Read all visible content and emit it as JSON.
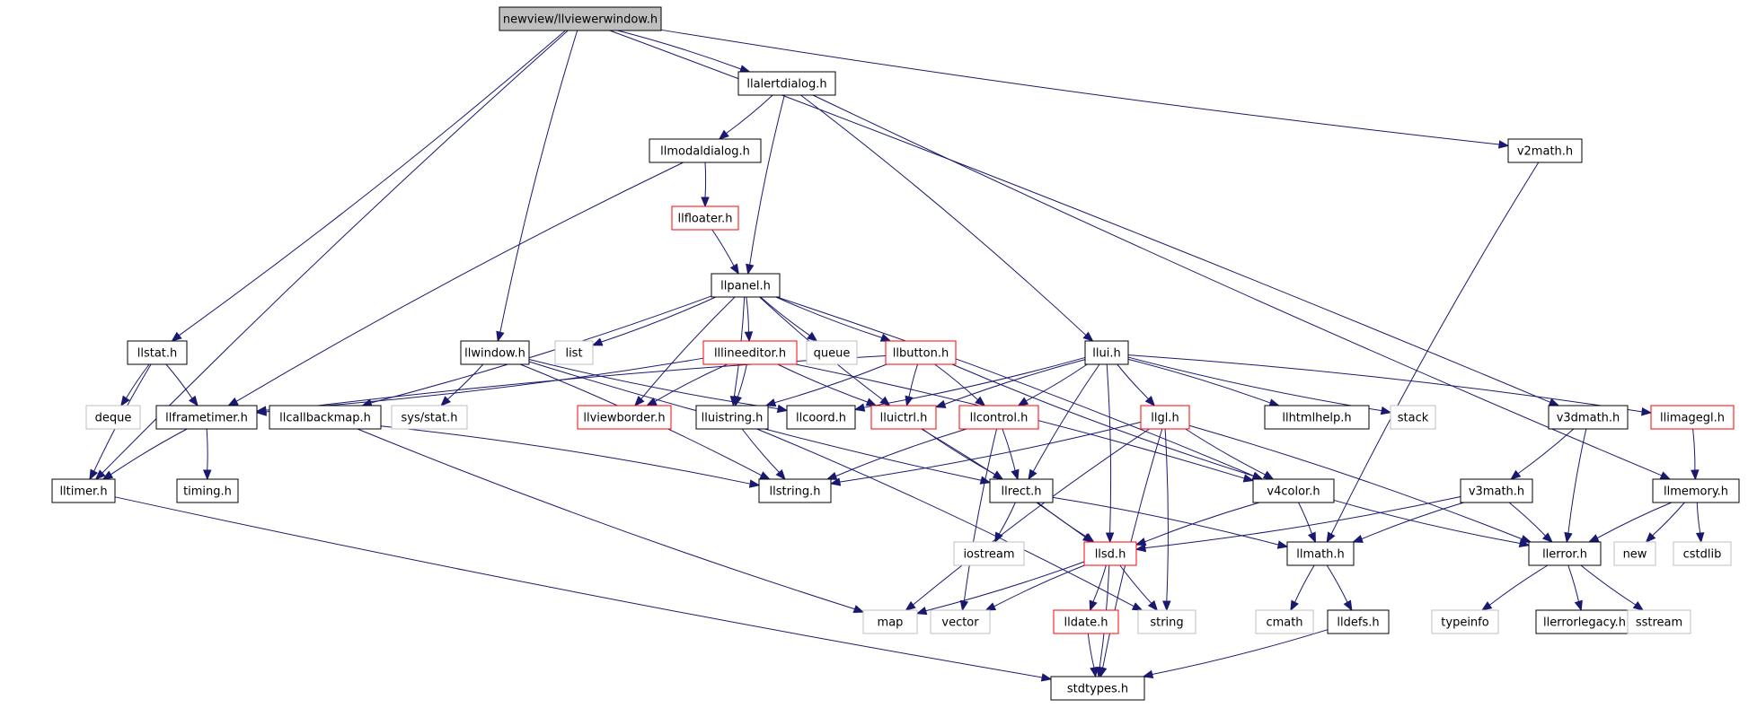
{
  "colors": {
    "edge": "#191970",
    "node_border_normal": "#000000",
    "node_border_truncated": "#ff0000",
    "node_border_external": "#bfbfbf",
    "root_fill": "#bfbfbf"
  },
  "nodes": [
    {
      "id": "root",
      "label": "newview/llviewerwindow.h",
      "kind": "root"
    },
    {
      "id": "llalertdialog",
      "label": "llalertdialog.h",
      "kind": "normal"
    },
    {
      "id": "llmodaldialog",
      "label": "llmodaldialog.h",
      "kind": "normal"
    },
    {
      "id": "v2math",
      "label": "v2math.h",
      "kind": "normal"
    },
    {
      "id": "llfloater",
      "label": "llfloater.h",
      "kind": "truncated"
    },
    {
      "id": "llpanel",
      "label": "llpanel.h",
      "kind": "normal"
    },
    {
      "id": "llstat",
      "label": "llstat.h",
      "kind": "normal"
    },
    {
      "id": "llwindow",
      "label": "llwindow.h",
      "kind": "normal"
    },
    {
      "id": "list",
      "label": "list",
      "kind": "external"
    },
    {
      "id": "lllineeditor",
      "label": "lllineeditor.h",
      "kind": "truncated"
    },
    {
      "id": "queue",
      "label": "queue",
      "kind": "external"
    },
    {
      "id": "llbutton",
      "label": "llbutton.h",
      "kind": "truncated"
    },
    {
      "id": "llui",
      "label": "llui.h",
      "kind": "normal"
    },
    {
      "id": "deque",
      "label": "deque",
      "kind": "external"
    },
    {
      "id": "llframetimer",
      "label": "llframetimer.h",
      "kind": "normal"
    },
    {
      "id": "llcallbackmap",
      "label": "llcallbackmap.h",
      "kind": "normal"
    },
    {
      "id": "sysstat",
      "label": "sys/stat.h",
      "kind": "external"
    },
    {
      "id": "llviewborder",
      "label": "llviewborder.h",
      "kind": "truncated"
    },
    {
      "id": "lluistring",
      "label": "lluistring.h",
      "kind": "normal"
    },
    {
      "id": "llcoord",
      "label": "llcoord.h",
      "kind": "normal"
    },
    {
      "id": "lluictrl",
      "label": "lluictrl.h",
      "kind": "truncated"
    },
    {
      "id": "llcontrol",
      "label": "llcontrol.h",
      "kind": "truncated"
    },
    {
      "id": "llgl",
      "label": "llgl.h",
      "kind": "truncated"
    },
    {
      "id": "llhtmlhelp",
      "label": "llhtmlhelp.h",
      "kind": "normal"
    },
    {
      "id": "stack",
      "label": "stack",
      "kind": "external"
    },
    {
      "id": "v3dmath",
      "label": "v3dmath.h",
      "kind": "normal"
    },
    {
      "id": "llimagegl",
      "label": "llimagegl.h",
      "kind": "truncated"
    },
    {
      "id": "lltimer",
      "label": "lltimer.h",
      "kind": "normal"
    },
    {
      "id": "timing",
      "label": "timing.h",
      "kind": "normal"
    },
    {
      "id": "llstring",
      "label": "llstring.h",
      "kind": "normal"
    },
    {
      "id": "llrect",
      "label": "llrect.h",
      "kind": "normal"
    },
    {
      "id": "v4color",
      "label": "v4color.h",
      "kind": "normal"
    },
    {
      "id": "v3math",
      "label": "v3math.h",
      "kind": "normal"
    },
    {
      "id": "llmemory",
      "label": "llmemory.h",
      "kind": "normal"
    },
    {
      "id": "iostream",
      "label": "iostream",
      "kind": "external"
    },
    {
      "id": "llsd",
      "label": "llsd.h",
      "kind": "truncated"
    },
    {
      "id": "llmath",
      "label": "llmath.h",
      "kind": "normal"
    },
    {
      "id": "llerror",
      "label": "llerror.h",
      "kind": "normal"
    },
    {
      "id": "new",
      "label": "new",
      "kind": "external"
    },
    {
      "id": "cstdlib",
      "label": "cstdlib",
      "kind": "external"
    },
    {
      "id": "map",
      "label": "map",
      "kind": "external"
    },
    {
      "id": "vector",
      "label": "vector",
      "kind": "external"
    },
    {
      "id": "lldate",
      "label": "lldate.h",
      "kind": "truncated"
    },
    {
      "id": "string",
      "label": "string",
      "kind": "external"
    },
    {
      "id": "cmath",
      "label": "cmath",
      "kind": "external"
    },
    {
      "id": "lldefs",
      "label": "lldefs.h",
      "kind": "normal"
    },
    {
      "id": "typeinfo",
      "label": "typeinfo",
      "kind": "external"
    },
    {
      "id": "llerrorlegacy",
      "label": "llerrorlegacy.h",
      "kind": "normal"
    },
    {
      "id": "sstream",
      "label": "sstream",
      "kind": "external"
    },
    {
      "id": "stdtypes",
      "label": "stdtypes.h",
      "kind": "normal"
    }
  ],
  "edges": [
    [
      "root",
      "llalertdialog"
    ],
    [
      "root",
      "v2math"
    ],
    [
      "root",
      "llstat"
    ],
    [
      "root",
      "llwindow"
    ],
    [
      "root",
      "v3dmath"
    ],
    [
      "root",
      "lltimer"
    ],
    [
      "llalertdialog",
      "llmodaldialog"
    ],
    [
      "llalertdialog",
      "llpanel"
    ],
    [
      "llalertdialog",
      "llui"
    ],
    [
      "llalertdialog",
      "llmemory"
    ],
    [
      "llmodaldialog",
      "llfloater"
    ],
    [
      "llmodaldialog",
      "llframetimer"
    ],
    [
      "llfloater",
      "llpanel"
    ],
    [
      "v2math",
      "llmath"
    ],
    [
      "llpanel",
      "list"
    ],
    [
      "llpanel",
      "queue"
    ],
    [
      "llpanel",
      "lllineeditor"
    ],
    [
      "llpanel",
      "llbutton"
    ],
    [
      "llpanel",
      "llcallbackmap"
    ],
    [
      "llpanel",
      "llviewborder"
    ],
    [
      "llpanel",
      "lluistring"
    ],
    [
      "llpanel",
      "lluictrl"
    ],
    [
      "llpanel",
      "v4color"
    ],
    [
      "llstat",
      "deque"
    ],
    [
      "llstat",
      "llframetimer"
    ],
    [
      "llstat",
      "lltimer"
    ],
    [
      "llwindow",
      "sysstat"
    ],
    [
      "llwindow",
      "llcoord"
    ],
    [
      "llwindow",
      "llstring"
    ],
    [
      "llwindow",
      "llrect"
    ],
    [
      "lllineeditor",
      "llframetimer"
    ],
    [
      "lllineeditor",
      "llviewborder"
    ],
    [
      "lllineeditor",
      "lluistring"
    ],
    [
      "lllineeditor",
      "lluictrl"
    ],
    [
      "lllineeditor",
      "v4color"
    ],
    [
      "llbutton",
      "llframetimer"
    ],
    [
      "llbutton",
      "lluistring"
    ],
    [
      "llbutton",
      "lluictrl"
    ],
    [
      "llbutton",
      "llcontrol"
    ],
    [
      "llbutton",
      "v4color"
    ],
    [
      "llui",
      "llcoord"
    ],
    [
      "llui",
      "lluictrl"
    ],
    [
      "llui",
      "llcontrol"
    ],
    [
      "llui",
      "llgl"
    ],
    [
      "llui",
      "llhtmlhelp"
    ],
    [
      "llui",
      "stack"
    ],
    [
      "llui",
      "llimagegl"
    ],
    [
      "llui",
      "llrect"
    ],
    [
      "llui",
      "llsd"
    ],
    [
      "llframetimer",
      "lltimer"
    ],
    [
      "llframetimer",
      "timing"
    ],
    [
      "llcallbackmap",
      "map"
    ],
    [
      "llcallbackmap",
      "llstring"
    ],
    [
      "lluistring",
      "llstring"
    ],
    [
      "lluistring",
      "string"
    ],
    [
      "lluictrl",
      "llrect"
    ],
    [
      "lluictrl",
      "llsd"
    ],
    [
      "llcontrol",
      "llstring"
    ],
    [
      "llcontrol",
      "llrect"
    ],
    [
      "llcontrol",
      "vector"
    ],
    [
      "llgl",
      "llstring"
    ],
    [
      "llgl",
      "v4color"
    ],
    [
      "llgl",
      "llerror"
    ],
    [
      "llgl",
      "map"
    ],
    [
      "llgl",
      "string"
    ],
    [
      "llgl",
      "stdtypes"
    ],
    [
      "v3dmath",
      "v3math"
    ],
    [
      "v3dmath",
      "llerror"
    ],
    [
      "llimagegl",
      "llmemory"
    ],
    [
      "lltimer",
      "stdtypes"
    ],
    [
      "llrect",
      "iostream"
    ],
    [
      "llrect",
      "llsd"
    ],
    [
      "llrect",
      "llmath"
    ],
    [
      "v4color",
      "llsd"
    ],
    [
      "v4color",
      "llmath"
    ],
    [
      "v4color",
      "llerror"
    ],
    [
      "v3math",
      "llsd"
    ],
    [
      "v3math",
      "llmath"
    ],
    [
      "v3math",
      "llerror"
    ],
    [
      "llmemory",
      "llerror"
    ],
    [
      "llmemory",
      "new"
    ],
    [
      "llmemory",
      "cstdlib"
    ],
    [
      "llsd",
      "map"
    ],
    [
      "llsd",
      "vector"
    ],
    [
      "llsd",
      "lldate"
    ],
    [
      "llsd",
      "string"
    ],
    [
      "llsd",
      "stdtypes"
    ],
    [
      "llmath",
      "cmath"
    ],
    [
      "llmath",
      "lldefs"
    ],
    [
      "lldate",
      "stdtypes"
    ],
    [
      "lldefs",
      "stdtypes"
    ],
    [
      "llerror",
      "typeinfo"
    ],
    [
      "llerror",
      "llerrorlegacy"
    ],
    [
      "llerror",
      "sstream"
    ]
  ]
}
